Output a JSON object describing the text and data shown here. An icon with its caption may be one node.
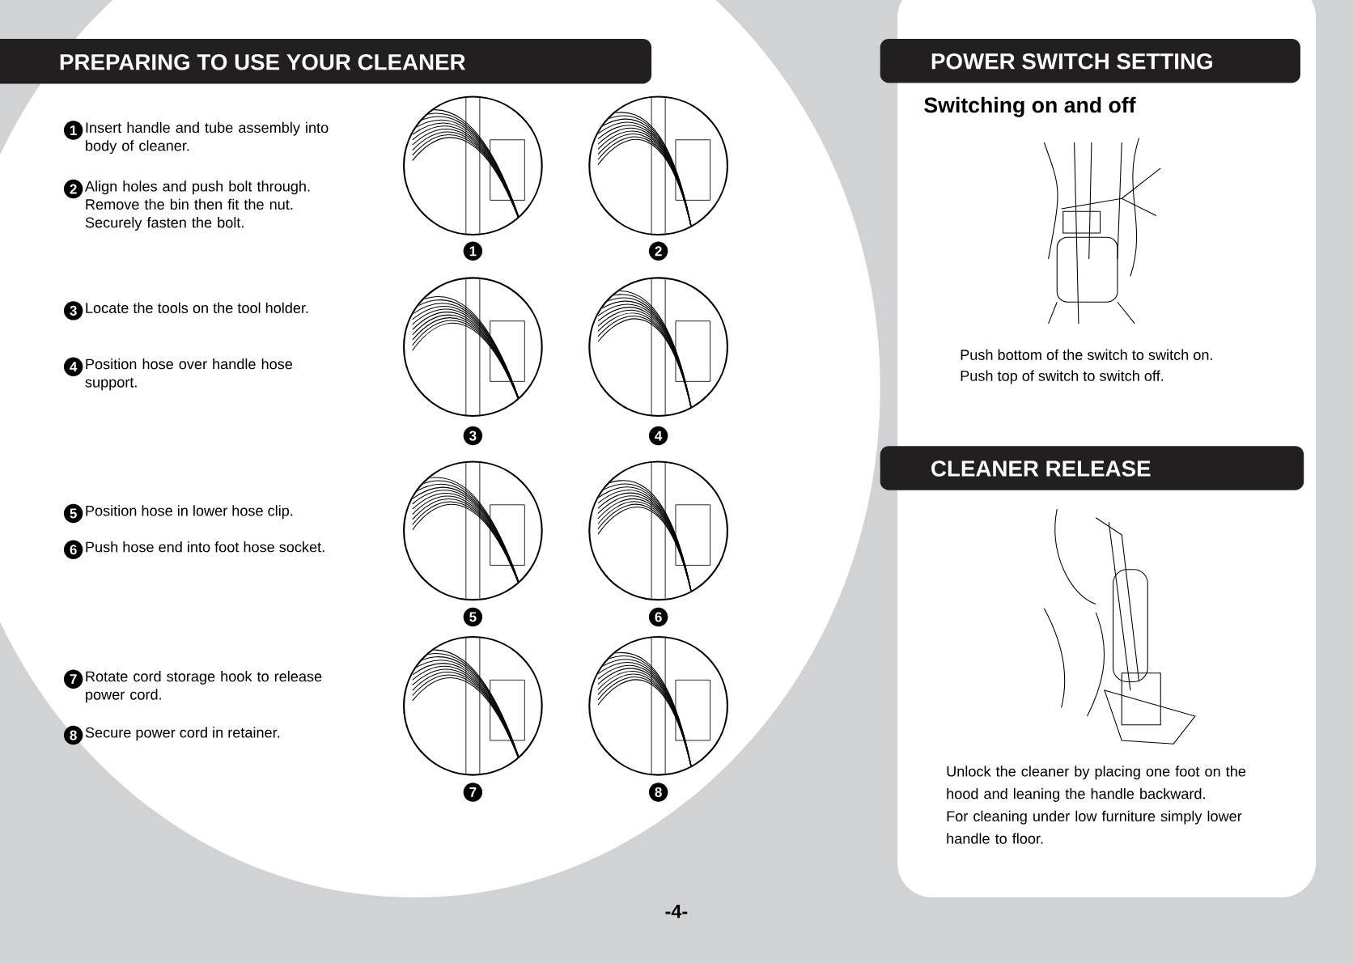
{
  "diagram": {
    "nodes": [
      {
        "text": [
          "PREPARING TO USE YOUR CLEANER"
        ]
      },
      {
        "text": [
          "1"
        ],
        "beside": [
          "Insert handle and tube assembly into body of cleaner."
        ]
      },
      {
        "text": [
          "2"
        ],
        "beside": [
          "Align holes and push bolt through. Remove the bin then fit the nut. Securely fasten the bolt."
        ]
      },
      {
        "text": [
          "3"
        ],
        "beside": [
          "Locate the tools on the tool holder."
        ]
      },
      {
        "text": [
          "4"
        ],
        "beside": [
          "Position hose over handle hose support."
        ]
      },
      {
        "text": [
          "5"
        ],
        "beside": [
          "Position hose in lower hose clip."
        ]
      },
      {
        "text": [
          "6"
        ],
        "beside": [
          "Push hose end into foot hose socket."
        ]
      },
      {
        "text": [
          "7"
        ],
        "beside": [
          "Rotate cord storage hook to release power cord."
        ]
      },
      {
        "text": [
          "8"
        ],
        "beside": [
          "Secure power cord in retainer."
        ]
      },
      {
        "text": [
          "1"
        ]
      },
      {
        "text": [
          "2"
        ]
      },
      {
        "text": [
          "3"
        ]
      },
      {
        "text": [
          "4"
        ]
      },
      {
        "text": [
          "5"
        ]
      },
      {
        "text": [
          "6"
        ]
      },
      {
        "text": [
          "7"
        ]
      },
      {
        "text": [
          "8"
        ]
      },
      {
        "text": [
          "POWER SWITCH SETTING"
        ]
      },
      {
        "text": [
          "CLEANER RELEASE"
        ]
      }
    ],
    "labels": [
      "Switching on and off",
      "Push bottom of the switch to switch on.",
      "Push top of switch to switch off.",
      "Unlock the cleaner by placing one foot on the hood and leaning the handle backward.",
      "For cleaning under low furniture simply lower handle to floor.",
      "-4-"
    ]
  }
}
